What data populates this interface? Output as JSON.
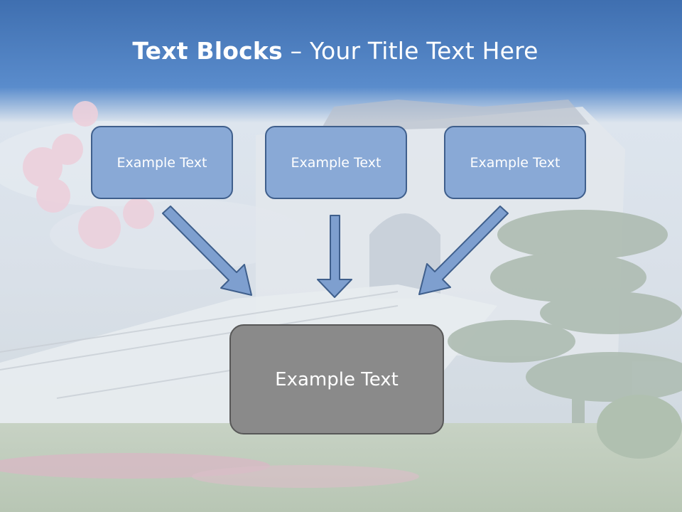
{
  "slide": {
    "title_bold": "Text Blocks",
    "title_dash": " – ",
    "title_rest": "Your Title Text Here",
    "blocks": [
      {
        "label": "Example Text"
      },
      {
        "label": "Example Text"
      },
      {
        "label": "Example Text"
      }
    ],
    "main_block": {
      "label": "Example Text"
    }
  },
  "colors": {
    "header_blue": "#4f7fbf",
    "block_fill": "#89a9d6",
    "block_border": "#3f5f8c",
    "main_fill": "#8a8a8a",
    "arrow_fill": "#7e9fcf",
    "arrow_stroke": "#3f5f8c"
  }
}
